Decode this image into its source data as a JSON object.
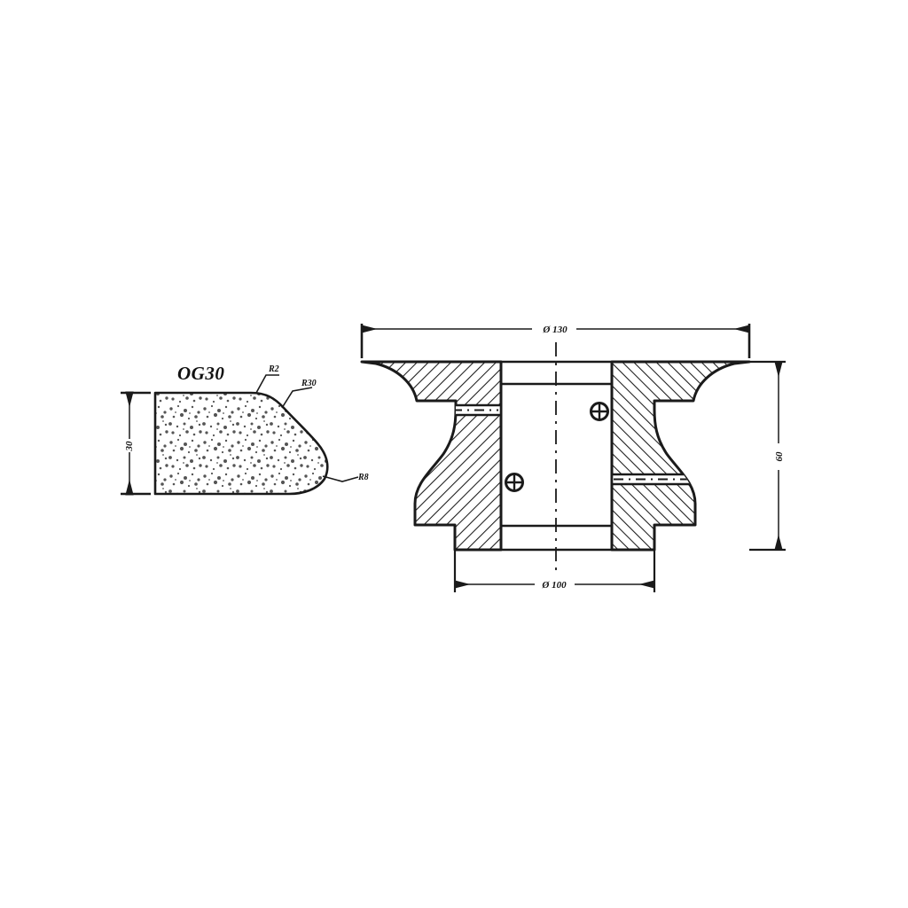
{
  "drawing": {
    "title": "OG30 ogee profile wheel section drawing",
    "sheet_background": "#ffffff",
    "line_color": "#1a1a1a",
    "hatch_color": "#1a1a1a",
    "stipple_color": "#4a4a4a"
  },
  "profile_view": {
    "name": "edge-profile-view",
    "shape_label": "OG30",
    "height_dimension": "30",
    "leaders": [
      {
        "id": "radius-upper",
        "label": "R2"
      },
      {
        "id": "diameter-nose",
        "label": "R30"
      },
      {
        "id": "radius-lower",
        "label": "R8"
      }
    ]
  },
  "section_view": {
    "name": "tool-section-view",
    "dimensions": {
      "outer_diameter": "Ø 130",
      "bore_diameter": "Ø 100",
      "overall_height": "60"
    },
    "features": [
      {
        "id": "upper-pin-hole",
        "label": "pin-hole"
      },
      {
        "id": "lower-pin-hole",
        "label": "pin-hole"
      }
    ]
  },
  "annotations": {
    "centerline": "centerline",
    "hatch_region": "section-hatch",
    "stipple_region": "abrasive-stipple"
  }
}
